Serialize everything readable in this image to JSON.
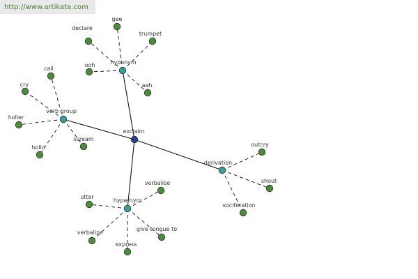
{
  "watermark": {
    "url": "http://www.artikata.com"
  },
  "colors": {
    "center": "#2f3a8c",
    "relation": "#3f9c9c",
    "leaf": "#4e8a3e",
    "node_stroke": "#1f3a1f",
    "edge": "#111111"
  },
  "graph": {
    "center": {
      "id": "exclaim",
      "label": "exclaim"
    },
    "relations": [
      {
        "id": "hyponym",
        "label": "hyponym",
        "leaves": [
          "declare",
          "gee",
          "trumpet",
          "ooh",
          "aah"
        ]
      },
      {
        "id": "verb_group",
        "label": "verb group",
        "leaves": [
          "call",
          "cry",
          "holler",
          "hollo",
          "scream"
        ]
      },
      {
        "id": "derivation",
        "label": "derivation",
        "leaves": [
          "outcry",
          "shout",
          "vociferation"
        ]
      },
      {
        "id": "hypernym",
        "label": "hypernym",
        "leaves": [
          "verbalise",
          "utter",
          "verbalize",
          "express",
          "give tongue to"
        ]
      }
    ]
  }
}
